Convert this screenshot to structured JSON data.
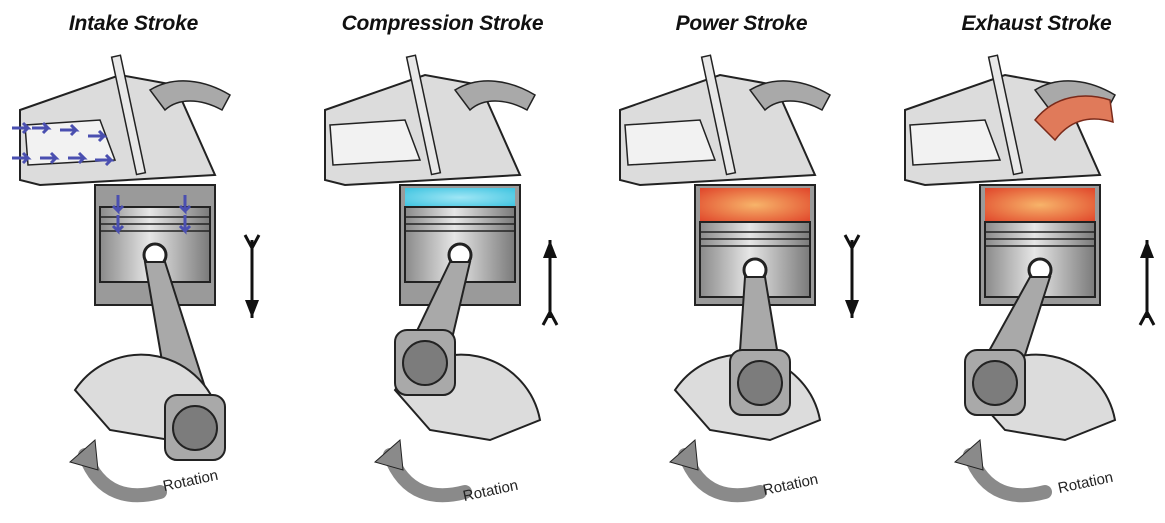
{
  "stages": [
    {
      "title": "Intake Stroke",
      "rotation_label": "Rotation",
      "piston_direction": "down",
      "charge_color": "#4a4fb0"
    },
    {
      "title": "Compression Stroke",
      "rotation_label": "Rotation",
      "piston_direction": "up",
      "charge_color": "#3cc3e0"
    },
    {
      "title": "Power Stroke",
      "rotation_label": "Rotation",
      "piston_direction": "down",
      "charge_color": "#e0452a"
    },
    {
      "title": "Exhaust Stroke",
      "rotation_label": "Rotation",
      "piston_direction": "up",
      "charge_color": "#e0452a"
    }
  ],
  "colors": {
    "metal_dark": "#6d6d6d",
    "metal_mid": "#a9a9a9",
    "metal_light": "#dcdcdc",
    "outline": "#222222",
    "arrow": "#111111"
  }
}
